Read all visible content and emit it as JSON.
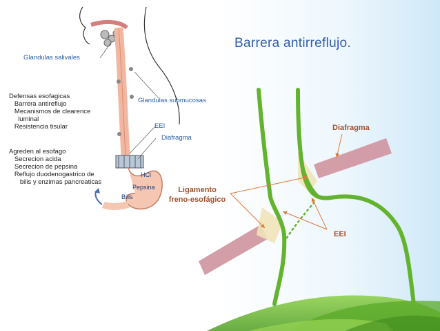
{
  "slide": {
    "title": "Barrera antirreflujo.",
    "colors": {
      "title": "#2f5da8",
      "esophagus_green": "#63b32e",
      "diaphragm_pink": "#c98a96",
      "callout_text": "#a0522d",
      "arrow": "#e07a3a",
      "leaf_green": "#6ab82f",
      "sky_blue": "#dff0fb"
    }
  },
  "anatomy": {
    "salivary_label": "Glandulas salivales",
    "submucosal_label": "Glandulas submucosas",
    "eei_label": "EEI",
    "diaphragm_label": "Diafragma",
    "hcl_label": "HCl",
    "pepsin_label": "Pepsina",
    "bile_label": "Bilis",
    "defenses": [
      "Defensas esofagicas",
      "   Barrera antireflujo",
      "   Mecanismos de clearence",
      "     luminal",
      "   Resistencia tisular"
    ],
    "aggressors": [
      "Agreden al esofago",
      "   Secrecion acida",
      "   Secrecion de pepsina",
      "   Reflujo duodenogastrico de",
      "      bilis y enzimas pancreaticas"
    ]
  },
  "diagram": {
    "diaphragm_label": "Diafragma",
    "ligament_label_line1": "Ligamento",
    "ligament_label_line2": "freno-esofágico",
    "eei_label": "EEI"
  }
}
